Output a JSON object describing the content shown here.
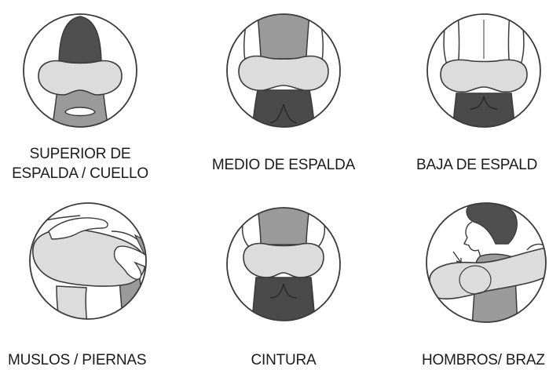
{
  "colors": {
    "outline": "#3a3a3a",
    "cushion": "#dcdcdc",
    "torso": "#9a9a9a",
    "shorts": "#4a4a4a",
    "hair": "#4f4f4f",
    "text": "#1b1b1b"
  },
  "positions": [
    {
      "id": "upper-back-neck",
      "label_lines": [
        "SUPERIOR DE",
        "ESPALDA / CUELLO"
      ]
    },
    {
      "id": "mid-back",
      "label_lines": [
        "MEDIO DE ESPALDA"
      ]
    },
    {
      "id": "lower-back",
      "label_lines": [
        "BAJA DE ESPALD"
      ]
    },
    {
      "id": "thighs-legs",
      "label_lines": [
        "MUSLOS / PIERNAS"
      ]
    },
    {
      "id": "waist",
      "label_lines": [
        "CINTURA"
      ]
    },
    {
      "id": "shoulders-arms",
      "label_lines": [
        "HOMBROS/ BRAZ"
      ]
    }
  ]
}
